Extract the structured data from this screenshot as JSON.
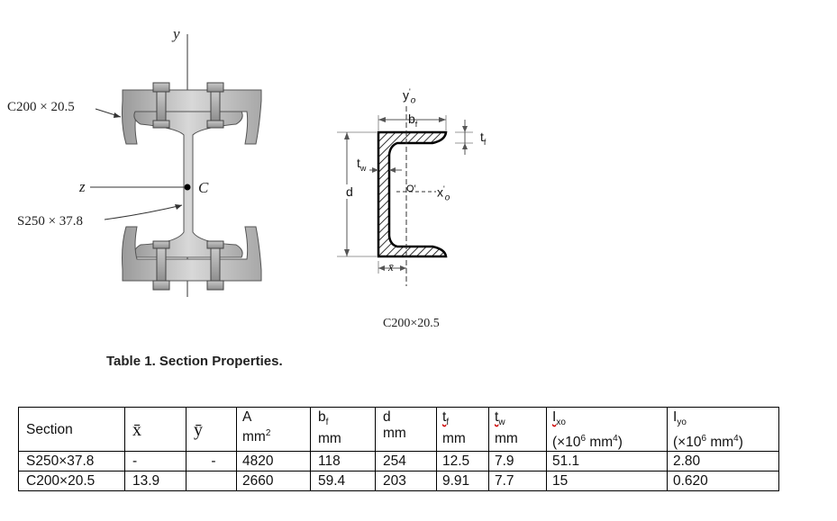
{
  "figure_left": {
    "axis_y": "y",
    "axis_z": "z",
    "centroid_label": "C",
    "channel_label": "C200 × 20.5",
    "beam_label": "S250 × 37.8"
  },
  "figure_right": {
    "y_axis": "y",
    "y_prime": "'",
    "y_sub": "o",
    "x_axis": "x",
    "x_prime": "'",
    "x_sub": "o",
    "origin_label": "O′",
    "bf_label": "b",
    "bf_sub": "f",
    "tf_label": "t",
    "tf_sub": "f",
    "tw_label": "t",
    "tw_sub": "w",
    "d_label": "d",
    "xbar_label": "x̄",
    "caption": "C200×20.5"
  },
  "table": {
    "title": "Table 1. Section Properties.",
    "headers": {
      "section": "Section",
      "xbar": "x̄",
      "ybar": "ȳ",
      "A": "A",
      "A_unit": "mm",
      "A_unit_sup": "2",
      "bf": "b",
      "bf_sub": "f",
      "bf_unit": "mm",
      "d": "d",
      "d_unit": "mm",
      "tf": "t",
      "tf_sub": "f",
      "tf_unit": "mm",
      "tw": "t",
      "tw_sub": "w",
      "tw_unit": "mm",
      "Ixo": "I",
      "Ixo_sub": "xo",
      "Ixo_unit_a": "(×10",
      "Ixo_unit_exp": "6",
      "Ixo_unit_b": " mm",
      "Ixo_unit_exp2": "4",
      "Ixo_unit_c": ")",
      "Iyo": "I",
      "Iyo_sub": "yo",
      "Iyo_unit_a": "(×10",
      "Iyo_unit_exp": "6",
      "Iyo_unit_b": " mm",
      "Iyo_unit_exp2": "4",
      "Iyo_unit_c": ")"
    },
    "rows": [
      {
        "section": "S250×37.8",
        "xbar": "-",
        "ybar": "-",
        "A": "4820",
        "bf": "118",
        "d": "254",
        "tf": "12.5",
        "tw": "7.9",
        "Ixo": "51.1",
        "Iyo": "2.80"
      },
      {
        "section": "C200×20.5",
        "xbar": "13.9",
        "ybar": "",
        "A": "2660",
        "bf": "59.4",
        "d": "203",
        "tf": "9.91",
        "tw": "7.7",
        "Ixo": "15",
        "Iyo": "0.620"
      }
    ]
  }
}
